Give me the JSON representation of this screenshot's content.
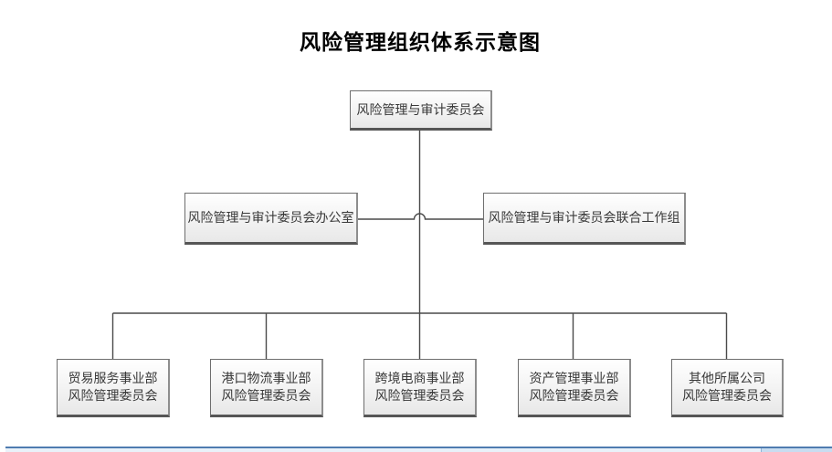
{
  "title": "风险管理组织体系示意图",
  "org": {
    "root": {
      "label": "风险管理与审计委员会"
    },
    "level2": [
      {
        "label": "风险管理与审计委员会办公室"
      },
      {
        "label": "风险管理与审计委员会联合工作组"
      }
    ],
    "level3": [
      {
        "line1": "贸易服务事业部",
        "line2": "风险管理委员会"
      },
      {
        "line1": "港口物流事业部",
        "line2": "风险管理委员会"
      },
      {
        "line1": "跨境电商事业部",
        "line2": "风险管理委员会"
      },
      {
        "line1": "资产管理事业部",
        "line2": "风险管理委员会"
      },
      {
        "line1": "其他所属公司",
        "line2": "风险管理委员会"
      }
    ]
  },
  "colors": {
    "box_border": "#6e6e6e",
    "box_border_bottom": "#565656",
    "box_fill_top": "#ffffff",
    "box_fill_bottom": "#e8e8e8",
    "connector": "#4a4a4a",
    "text": "#383838",
    "scrollbar_line": "#4f7cb0",
    "scrollbar_track": "#e9f1f9",
    "scrollbar_right": "#c8dcf0"
  }
}
